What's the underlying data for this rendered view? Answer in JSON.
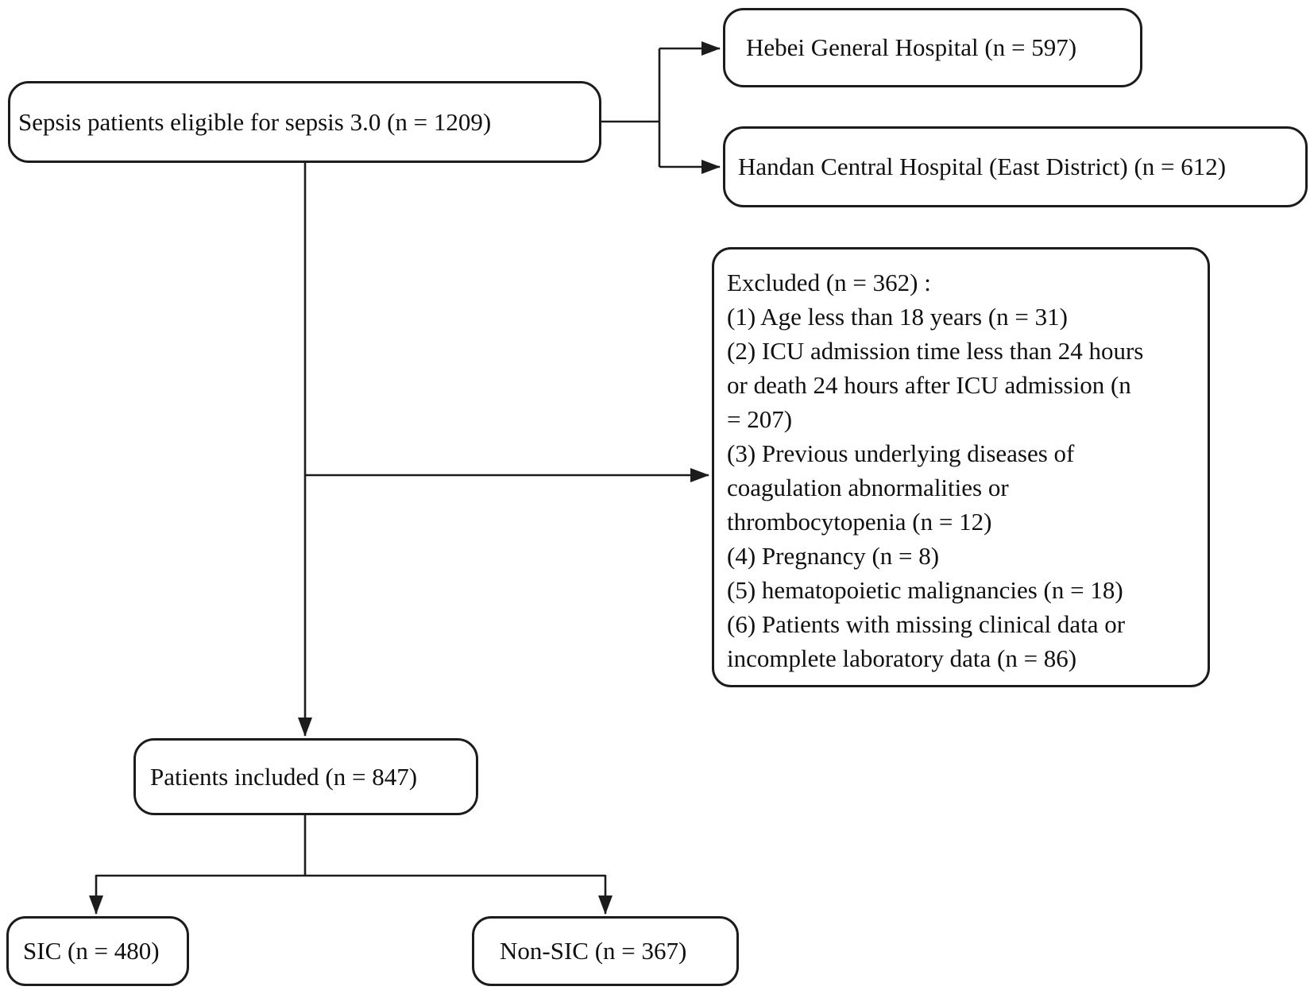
{
  "colors": {
    "background": "#ffffff",
    "line": "#1c1c1c",
    "box-border": "#1c1c1c",
    "text": "#101010"
  },
  "flowchart": {
    "eligible": {
      "label": "Sepsis patients eligible for sepsis 3.0 (n = 1209)"
    },
    "hospital_hebei": {
      "label": "Hebei General Hospital (n = 597)"
    },
    "hospital_handan": {
      "label": "Handan Central Hospital (East District) (n = 612)"
    },
    "excluded": {
      "lines": [
        "Excluded (n = 362) :",
        "(1) Age less than 18 years (n = 31)",
        "(2) ICU admission time less than 24 hours",
        "or death 24 hours after ICU admission (n",
        "= 207)",
        "(3) Previous underlying diseases of",
        "coagulation abnormalities or",
        "thrombocytopenia (n = 12)",
        "(4) Pregnancy (n = 8)",
        "(5) hematopoietic malignancies (n = 18)",
        "(6) Patients with missing clinical data or",
        "incomplete laboratory data (n = 86)"
      ]
    },
    "included": {
      "label": "Patients included (n = 847)"
    },
    "sic": {
      "label": "SIC (n = 480)"
    },
    "non_sic": {
      "label": "Non-SIC (n = 367)"
    }
  }
}
